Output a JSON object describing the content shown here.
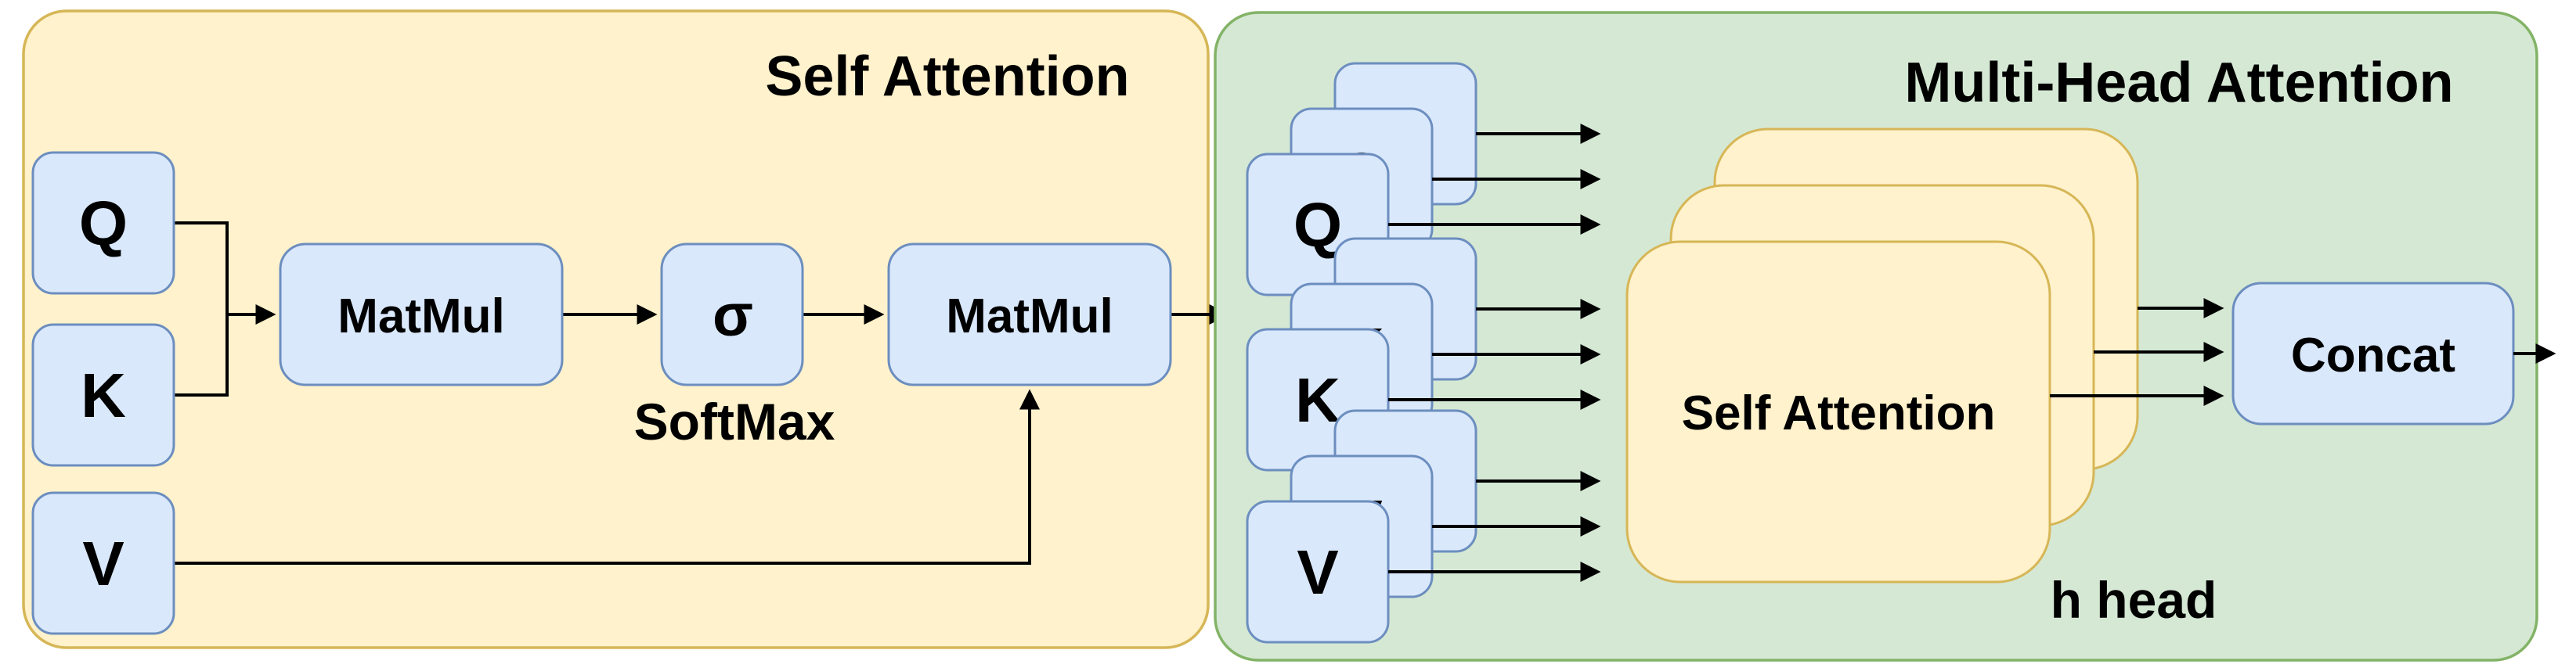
{
  "colors": {
    "yellow_fill": "#FFF2CC",
    "yellow_stroke": "#D6B656",
    "green_fill": "#D5E8D4",
    "green_stroke": "#82B366",
    "blue_fill": "#DAE8FC",
    "blue_stroke": "#6C8EBF",
    "arrow": "#000000",
    "text": "#000000"
  },
  "self_attention": {
    "title": "Self Attention",
    "q": "Q",
    "k": "K",
    "v": "V",
    "matmul_1": "MatMul",
    "sigma": "σ",
    "softmax_caption": "SoftMax",
    "matmul_2": "MatMul"
  },
  "multi_head_attention": {
    "title": "Multi-Head Attention",
    "q": "Q",
    "k": "K",
    "v": "V",
    "block": "Self Attention",
    "head_caption": "h head",
    "concat": "Concat"
  }
}
